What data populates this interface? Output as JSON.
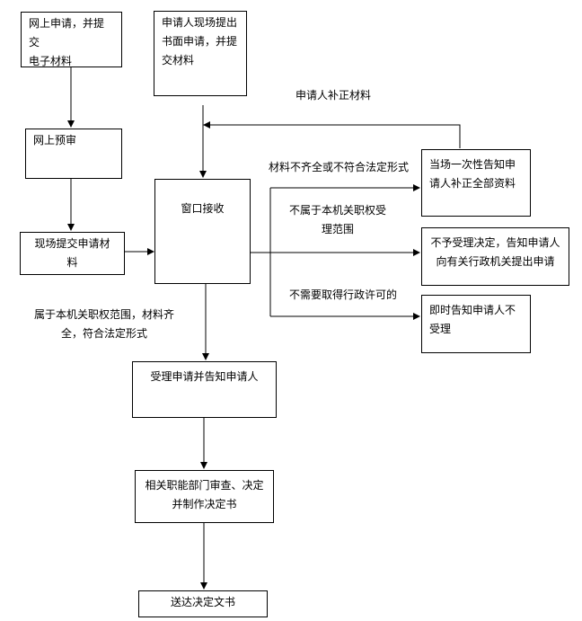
{
  "boxes": {
    "online_apply": "网上申请，并提交\n电子材料",
    "onsite_submit": "申请人现场提出\n书面申请，并提\n交材料",
    "online_precheck": "网上预审",
    "onsite_materials": "现场提交申请材\n料",
    "window_receive": "窗口接收",
    "notify_supplement": "当场一次性告知申\n请人补正全部资料",
    "not_accept": "不予受理决定，告知申请人\n向有关行政机关提出申请",
    "notify_not_accept": "即时告知申请人不\n受理",
    "accept_notify": "受理申请并告知申请人",
    "dept_review": "相关职能部门审查、决定\n并制作决定书",
    "deliver": "送达决定文书"
  },
  "labels": {
    "supplement": "申请人补正材料",
    "incomplete": "材料不齐全或不符合法定形式",
    "not_jurisdiction": "不属于本机关职权受\n理范围",
    "no_permit": "不需要取得行政许可的",
    "in_scope": "属于本机关职权范围，材料齐\n全，符合法定形式"
  }
}
